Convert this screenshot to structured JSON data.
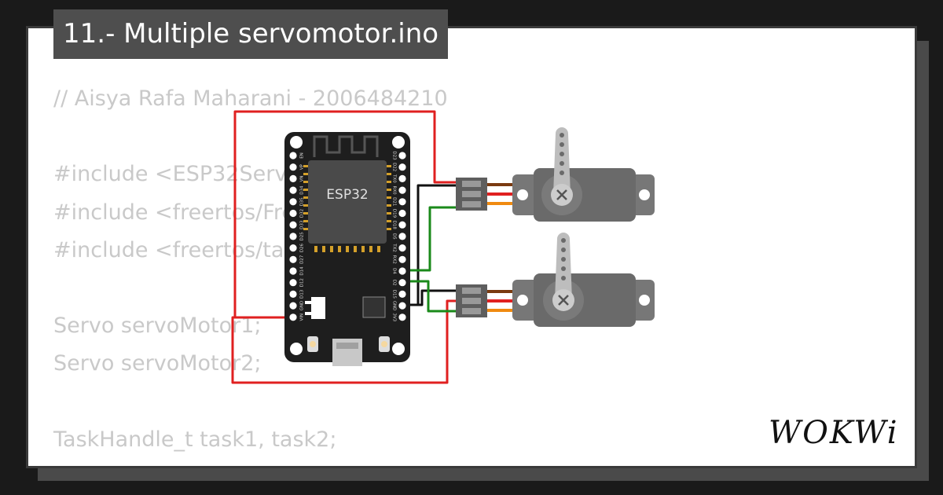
{
  "project": {
    "title": "11.- Multiple servomotor.ino"
  },
  "code_lines": [
    "// Aisya Rafa Maharani - 2006484210",
    "",
    "#include <ESP32Servo.h>",
    "#include <freertos/FreeRTOS.h>",
    "#include <freertos/task.h>",
    "",
    "Servo servoMotor1;",
    "Servo servoMotor2;",
    "",
    "TaskHandle_t task1, task2;"
  ],
  "board": {
    "label": "ESP32",
    "left_pins": [
      "EN",
      "VP",
      "VN",
      "D34",
      "D35",
      "D32",
      "D33",
      "D25",
      "D26",
      "D27",
      "D14",
      "D12",
      "D13",
      "GND",
      "VIN"
    ],
    "right_pins": [
      "D23",
      "D22",
      "TX0",
      "RX0",
      "D21",
      "D19",
      "D18",
      "D5",
      "TX2",
      "RX2",
      "D4",
      "D2",
      "D15",
      "GND",
      "3V3"
    ]
  },
  "brand": {
    "logo_text": "WOKWi"
  },
  "colors": {
    "wire_power": "#e02020",
    "wire_ground": "#111111",
    "wire_signal": "#1a8a1a",
    "servo_body": "#6a6a6a",
    "board": "#1e1e1e"
  }
}
